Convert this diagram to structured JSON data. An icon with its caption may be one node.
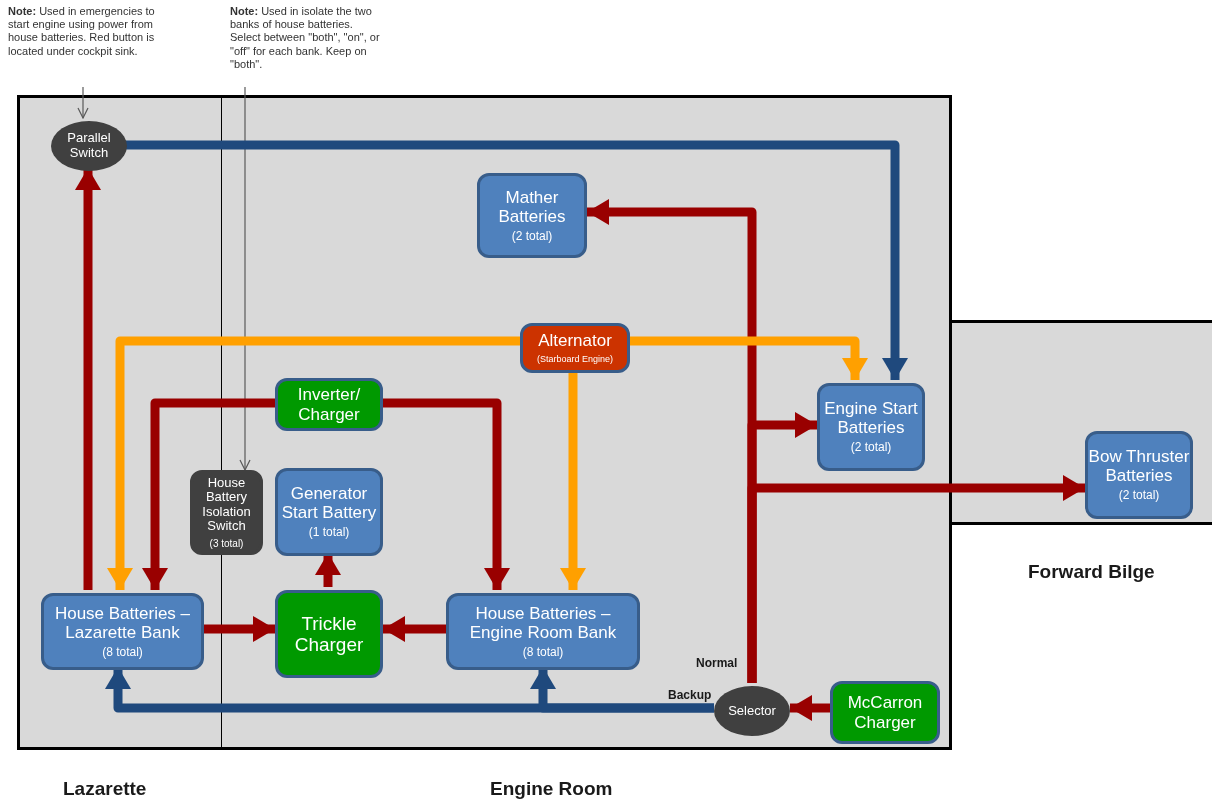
{
  "diagram": {
    "nodes": [
      {
        "text": [
          "Lazarette"
        ]
      },
      {
        "text": [
          "Engine Room"
        ]
      },
      {
        "text": [
          "Forward Bilge"
        ]
      },
      {
        "text": [
          "**Note:** Used in emergencies to start engine using power from house batteries. Red button is located under cockpit sink."
        ]
      },
      {
        "text": [
          "**Note:** Used in isolate the two banks of house batteries. Select between \"both\", \"on\", or \"off\" for each bank. Keep on \"both\"."
        ]
      },
      {
        "text": [
          "Parallel Switch"
        ],
        "in": 0
      },
      {
        "text": [
          "Mather Batteries",
          "(2 total)"
        ],
        "in": 1
      },
      {
        "text": [
          "Alternator",
          "(Starboard Engine)"
        ],
        "in": 1
      },
      {
        "text": [
          "Engine Start Batteries",
          "(2 total)"
        ],
        "in": 1
      },
      {
        "text": [
          "Bow Thruster Batteries",
          "(2 total)"
        ],
        "in": 2
      },
      {
        "text": [
          "Inverter/ Charger"
        ],
        "in": 1
      },
      {
        "text": [
          "House Battery Isolation Switch",
          "(3 total)"
        ]
      },
      {
        "text": [
          "Generator Start Battery",
          "(1 total)"
        ],
        "in": 1
      },
      {
        "text": [
          "House Batteries – Lazarette Bank",
          "(8 total)"
        ],
        "in": 0
      },
      {
        "text": [
          "Trickle Charger"
        ],
        "in": 1
      },
      {
        "text": [
          "House Batteries – Engine Room Bank",
          "(8 total)"
        ],
        "in": 1
      },
      {
        "text": [
          "Selector"
        ],
        "in": 1
      },
      {
        "text": [
          "McCarron Charger"
        ],
        "in": 1
      }
    ],
    "edges": [
      {
        "from": 3,
        "to": 5,
        "arrow": "to",
        "color": "#595959"
      },
      {
        "from": 4,
        "to": 11,
        "arrow": "to",
        "color": "#595959"
      },
      {
        "from": 5,
        "to": 8,
        "arrow": "to",
        "color": "#1f497d"
      },
      {
        "from": 13,
        "to": 5,
        "arrow": "to"
      },
      {
        "from": 17,
        "to": 16,
        "arrow": "to"
      },
      {
        "from": 16,
        "to": 6,
        "arrow": "to",
        "label": "Normal"
      },
      {
        "from": 16,
        "to": 8,
        "arrow": "to"
      },
      {
        "from": 16,
        "to": 9,
        "arrow": "to"
      },
      {
        "from": 16,
        "to": 13,
        "arrow": "to",
        "color": "#1f497d",
        "label": "Backup"
      },
      {
        "from": 16,
        "to": 15,
        "arrow": "to",
        "color": "#1f497d"
      },
      {
        "from": 7,
        "to": 8,
        "arrow": "to",
        "color": "#ffa000"
      },
      {
        "from": 7,
        "to": 13,
        "arrow": "to",
        "color": "#ffa000"
      },
      {
        "from": 7,
        "to": 15,
        "arrow": "to",
        "color": "#ffa000"
      },
      {
        "from": 10,
        "to": 13,
        "arrow": "to"
      },
      {
        "from": 10,
        "to": 15,
        "arrow": "to"
      },
      {
        "from": 14,
        "to": 12,
        "arrow": "to"
      },
      {
        "from": 13,
        "to": 14,
        "arrow": "to"
      },
      {
        "from": 15,
        "to": 14,
        "arrow": "to"
      }
    ]
  }
}
